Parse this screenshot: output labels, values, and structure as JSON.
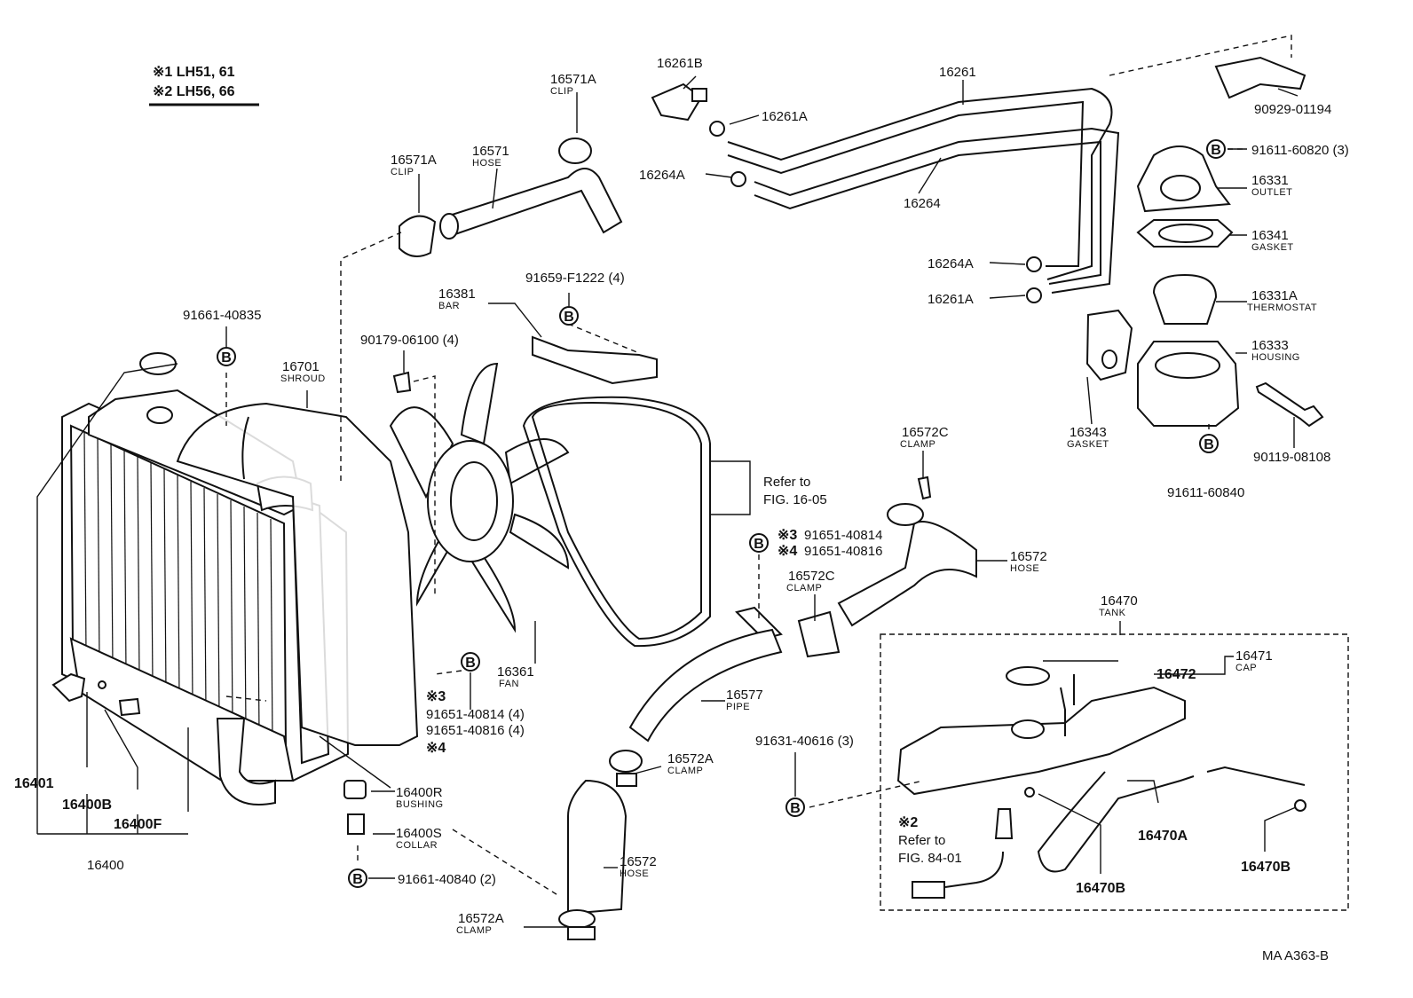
{
  "legend": {
    "line1": "※1 LH51, 61",
    "line2": "※2 LH56, 66"
  },
  "labels": {
    "p16571A_top": "16571A",
    "p16571A_top_sub": "CLIP",
    "p16571A_left": "16571A",
    "p16571A_left_sub": "CLIP",
    "p16571": "16571",
    "p16571_sub": "HOSE",
    "p16261B": "16261B",
    "p16261A_top": "16261A",
    "p16261": "16261",
    "p16264A_top": "16264A",
    "p16264": "16264",
    "p16264A_mid": "16264A",
    "p16261A_mid": "16261A",
    "p90929": "90929-01194",
    "p91611_top": "91611-60820 (3)",
    "p16331": "16331",
    "p16331_sub": "OUTLET",
    "p16341": "16341",
    "p16341_sub": "GASKET",
    "p16331A": "16331A",
    "p16331A_sub": "THERMOSTAT",
    "p16333": "16333",
    "p16333_sub": "HOUSING",
    "p16343": "16343",
    "p16343_sub": "GASKET",
    "p90119": "90119-08108",
    "p91611_bot": "91611-60840",
    "p91659": "91659-F1222 (4)",
    "p16381": "16381",
    "p16381_sub": "BAR",
    "p91661_top": "91661-40835",
    "p16701": "16701",
    "p16701_sub": "SHROUD",
    "p90179": "90179-06100 (4)",
    "refer_fig1605_a": "Refer to",
    "refer_fig1605_b": "FIG. 16-05",
    "p16572C_top": "16572C",
    "p16572C_top_sub": "CLAMP",
    "p91651_3": "91651-40814",
    "p91651_4": "91651-40816",
    "mark3": "※3",
    "mark4": "※4",
    "p16572_upper": "16572",
    "p16572_upper_sub": "HOSE",
    "p16572C_mid": "16572C",
    "p16572C_mid_sub": "CLAMP",
    "p16470": "16470",
    "p16470_sub": "TANK",
    "p16471": "16471",
    "p16471_sub": "CAP",
    "p16472": "16472",
    "p16361": "16361",
    "p16361_sub": "FAN",
    "mark3b": "※3",
    "p91651_814_4": "91651-40814 (4)",
    "p91651_816_4": "91651-40816 (4)",
    "mark4b": "※4",
    "p16577": "16577",
    "p16577_sub": "PIPE",
    "p91631": "91631-40616 (3)",
    "p16572A_mid": "16572A",
    "p16572A_mid_sub": "CLAMP",
    "mark2": "※2",
    "refer_fig8401_a": "Refer to",
    "refer_fig8401_b": "FIG. 84-01",
    "p16470A": "16470A",
    "p16470B_mid": "16470B",
    "p16470B_right": "16470B",
    "p16401": "16401",
    "p16400B": "16400B",
    "p16400F": "16400F",
    "p16400": "16400",
    "p16400R": "16400R",
    "p16400R_sub": "BUSHING",
    "p16400S": "16400S",
    "p16400S_sub": "COLLAR",
    "p91661_bot": "91661-40840 (2)",
    "p16572_lower": "16572",
    "p16572_lower_sub": "HOSE",
    "p16572A_bot": "16572A",
    "p16572A_bot_sub": "CLAMP",
    "bolt_b": "B",
    "code": "MA  A363-B"
  },
  "icons": [
    "bolt-b-icon",
    "radiator-icon",
    "fan-icon",
    "thermostat-icon",
    "reserve-tank-icon"
  ]
}
